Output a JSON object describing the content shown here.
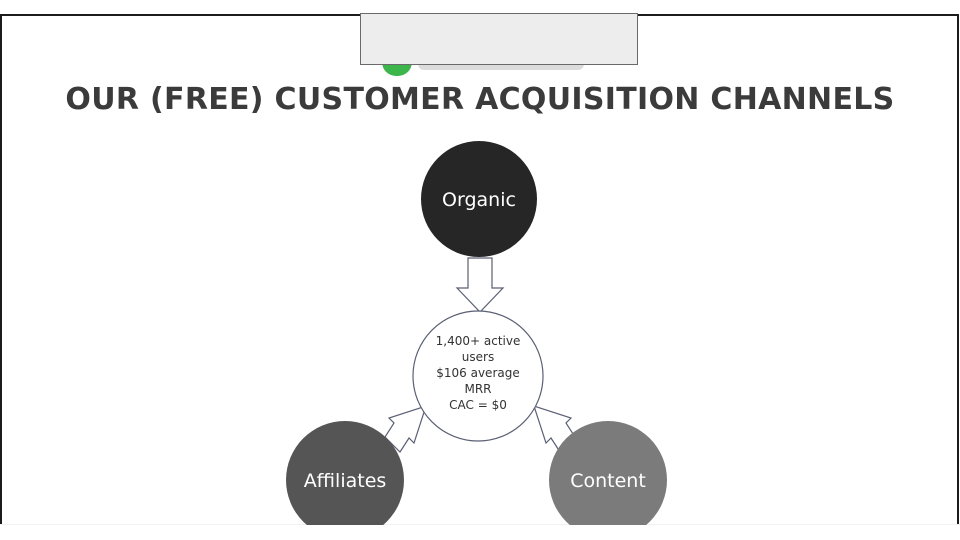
{
  "slide": {
    "title": "OUR (FREE) CUSTOMER ACQUISITION CHANNELS"
  },
  "diagram": {
    "sources": [
      {
        "id": "organic",
        "label": "Organic",
        "color": "#262626"
      },
      {
        "id": "affiliates",
        "label": "Affiliates",
        "color": "#555555"
      },
      {
        "id": "content",
        "label": "Content",
        "color": "#7b7b7b"
      }
    ],
    "center": {
      "lines": [
        "1,400+ active",
        "users",
        "$106 average",
        "MRR",
        "CAC = $0"
      ]
    }
  },
  "colors": {
    "title": "#3b3b3b",
    "logo_accent": "#3cb54a",
    "arrow_stroke": "#5a5f73"
  }
}
